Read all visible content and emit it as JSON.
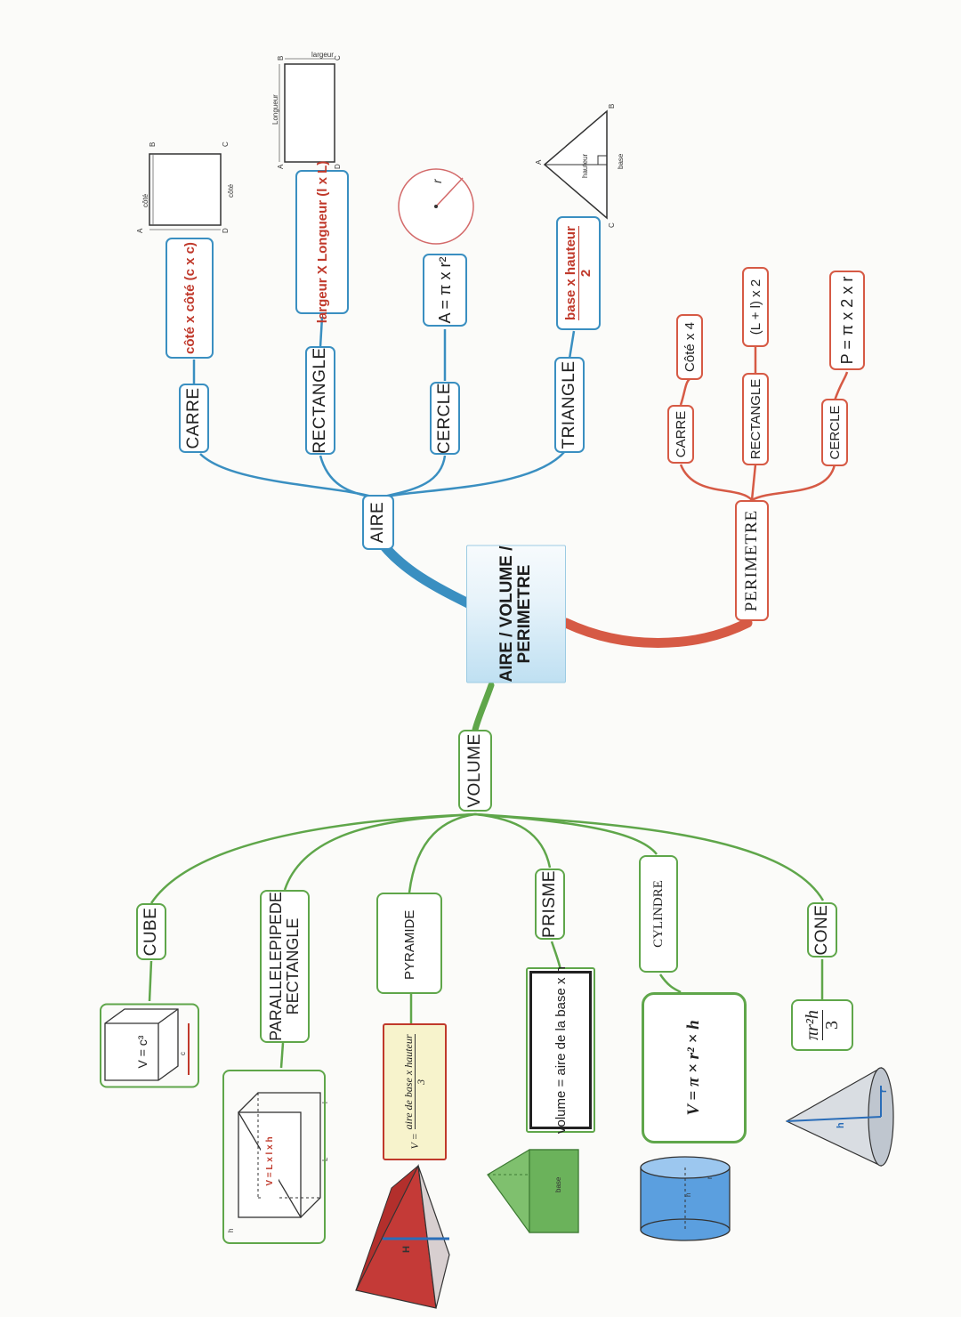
{
  "center": {
    "line1": "AIRE / VOLUME /",
    "line2": "PERIMETRE"
  },
  "aire": {
    "label": "AIRE",
    "carre": {
      "label": "CARRE",
      "formula": "côté x côté (c x c)",
      "fig_side": "côté",
      "fig_bottom": "côté",
      "pts": [
        "A",
        "B",
        "C",
        "D"
      ]
    },
    "rectangle": {
      "label": "RECTANGLE",
      "formula": "largeur X Longueur (l x L)",
      "fig_top": "largeur",
      "fig_side": "Longueur",
      "pts": [
        "A",
        "B",
        "C",
        "D"
      ]
    },
    "cercle": {
      "label": "CERCLE",
      "formula": "A = π x r²",
      "fig_r": "r"
    },
    "triangle": {
      "label": "TRIANGLE",
      "formula_num": "base  x  hauteur",
      "formula_den": "2",
      "fig_h": "hauteur",
      "fig_b": "base",
      "pts": [
        "A",
        "B",
        "C"
      ]
    }
  },
  "perimetre": {
    "label": "PERIMETRE",
    "carre": {
      "label": "CARRE",
      "formula": "Côté x 4"
    },
    "rectangle": {
      "label": "RECTANGLE",
      "formula": "(L + l) x 2"
    },
    "cercle": {
      "label": "CERCLE",
      "formula": "P = π x  2 x r"
    }
  },
  "volume": {
    "label": "VOLUME",
    "cube": {
      "label": "CUBE",
      "formula": "V = c³",
      "fig_c": "c"
    },
    "pave": {
      "line1": "PARALLELEPIPEDE",
      "line2": "RECTANGLE",
      "formula": "V = L x l x h",
      "fig_L": "L",
      "fig_l": "l",
      "fig_h": "h"
    },
    "pyramide": {
      "label": "PYRAMIDE",
      "formula_lead": "V =",
      "formula_num": "aire de base x hauteur",
      "formula_den": "3",
      "fig_H": "H"
    },
    "prisme": {
      "label": "PRISME",
      "formula": "volume = aire de la base x h",
      "fig_base": "base"
    },
    "cylindre": {
      "label": "CYLINDRE",
      "formula": "V = π  × r² × h",
      "fig_h": "h",
      "fig_r": "r"
    },
    "cone": {
      "label": "CONE",
      "formula_num": "πr²h",
      "formula_den": "3",
      "fig_h": "h",
      "fig_r": "r"
    }
  },
  "colors": {
    "aire": "#3a8fc1",
    "perimetre": "#d65a45",
    "volume": "#5fa64a"
  }
}
